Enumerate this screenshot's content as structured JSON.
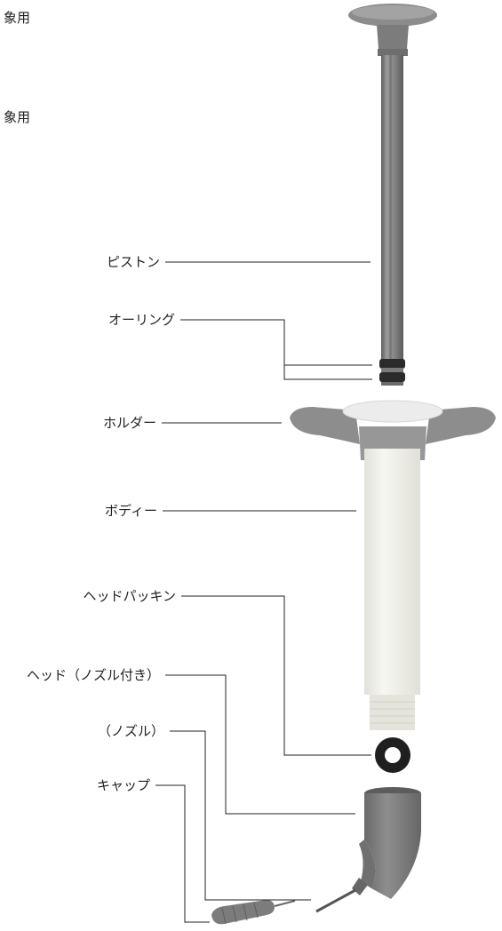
{
  "header": {
    "line1": "象用",
    "line2": "象用"
  },
  "parts": [
    {
      "label": "ピストン"
    },
    {
      "label": "オーリング"
    },
    {
      "label": "ホルダー"
    },
    {
      "label": "ボディー"
    },
    {
      "label": "ヘッドパッキン"
    },
    {
      "label": "ヘッド（ノズル付き）"
    },
    {
      "label": "（ノズル）"
    },
    {
      "label": "キャップ"
    }
  ],
  "colors": {
    "piston": "#8a8a8a",
    "piston_dark": "#6f6f6f",
    "oring": "#2b2b2b",
    "holder_wings": "#8d8d8d",
    "holder_center": "#ececec",
    "body": "#f1f1ea",
    "head": "#7f7f7f",
    "gasket": "#1f1f1f",
    "lines": "#222222"
  }
}
